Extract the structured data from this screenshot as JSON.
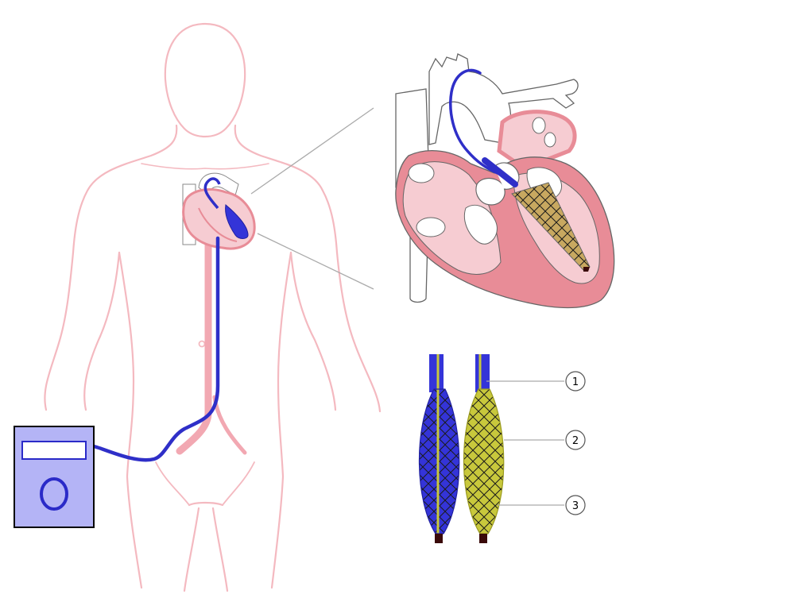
{
  "colors": {
    "body_outline": "#f4b9c0",
    "heart_fill": "#f6ccd2",
    "heart_wall": "#e88c97",
    "heart_stroke": "#777777",
    "catheter_blue": "#2f2fc8",
    "balloon_blue": "#3434d8",
    "balloon_yellow": "#c8c83c",
    "balloon_outline_yellow": "#9a9a20",
    "mesh": "#1a1a1a",
    "tip": "#3a0a0a",
    "pump_fill": "#b4b4f6",
    "pump_stroke": "#000000",
    "pump_knob": "#2a2ac8",
    "leader_line": "#aaaaaa",
    "callout_stroke": "#555555"
  },
  "callouts": [
    {
      "label": "1"
    },
    {
      "label": "2"
    },
    {
      "label": "3"
    }
  ]
}
